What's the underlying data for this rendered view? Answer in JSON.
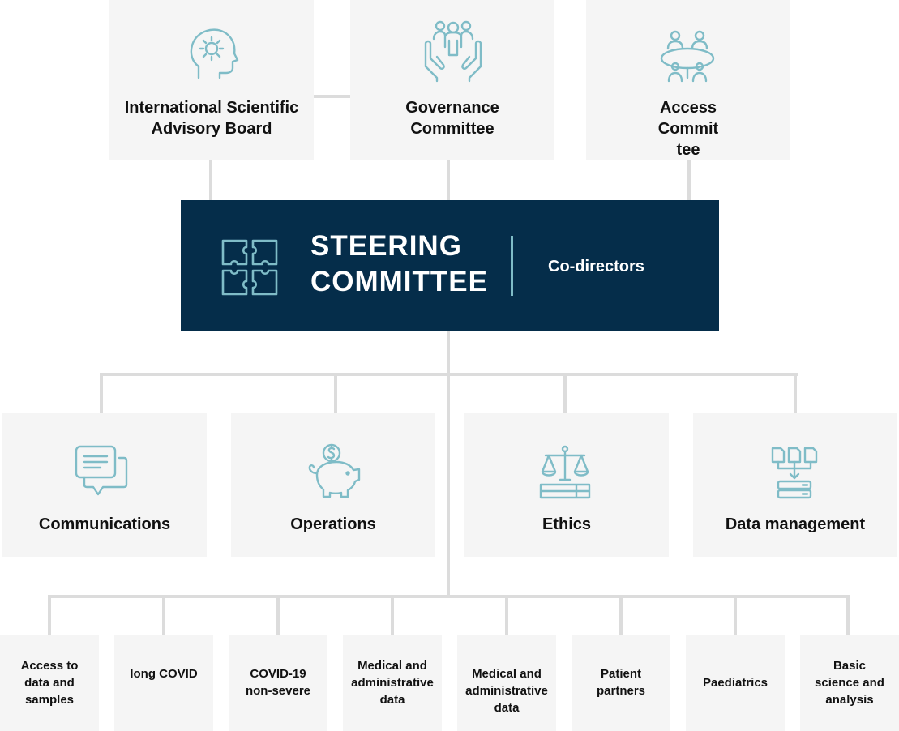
{
  "top_row": [
    {
      "label_lines": [
        "International Scientific",
        "Advisory Board"
      ],
      "icon": "head-gear-icon"
    },
    {
      "label_lines": [
        "Governance",
        "Committee"
      ],
      "icon": "hands-people-icon"
    },
    {
      "label_lines": [
        "Access",
        "Commit",
        "tee"
      ],
      "icon": "meeting-table-icon"
    }
  ],
  "steering": {
    "title_line1": "STEERING",
    "title_line2": "COMMITTEE",
    "subtitle": "Co-directors",
    "icon": "puzzle-icon"
  },
  "middle_row": [
    {
      "label": "Communications",
      "icon": "chat-bubbles-icon"
    },
    {
      "label": "Operations",
      "icon": "piggy-bank-icon"
    },
    {
      "label": "Ethics",
      "icon": "scales-book-icon"
    },
    {
      "label": "Data management",
      "icon": "documents-database-icon"
    }
  ],
  "bottom_row": [
    {
      "label_lines": [
        "Access to",
        "data and",
        "samples"
      ]
    },
    {
      "label_lines": [
        "long COVID"
      ]
    },
    {
      "label_lines": [
        "COVID-19",
        "non-severe"
      ]
    },
    {
      "label_lines": [
        "Medical and",
        "administrative",
        "data"
      ]
    },
    {
      "label_lines": [
        "Medical and",
        "administrative",
        "data"
      ]
    },
    {
      "label_lines": [
        "Patient partners"
      ]
    },
    {
      "label_lines": [
        "Paediatrics"
      ]
    },
    {
      "label_lines": [
        "Basic",
        "science and",
        "analysis"
      ]
    }
  ],
  "colors": {
    "navy": "#052d4a",
    "icon_teal": "#7fbcc7",
    "box_bg": "#f5f5f5",
    "connector": "#dcdcdc"
  }
}
